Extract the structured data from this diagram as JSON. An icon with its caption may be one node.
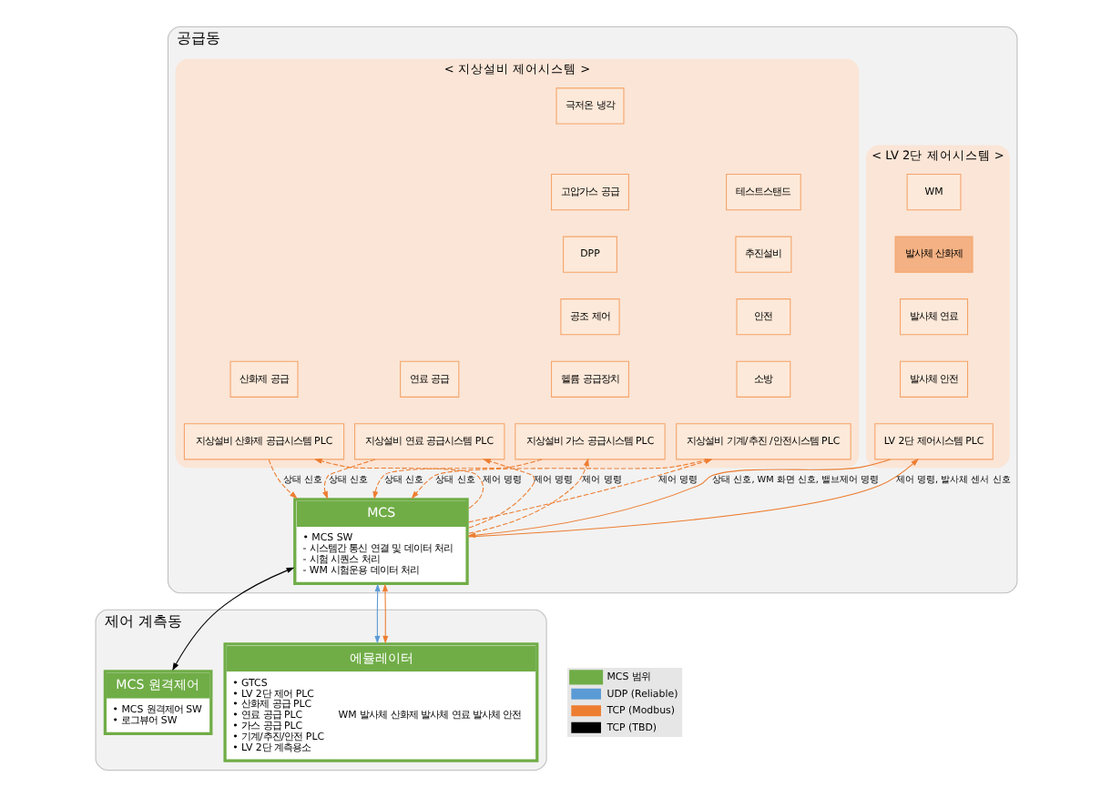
{
  "diagram": {
    "nodes": [
      {
        "text": [
          "공급동"
        ]
      },
      {
        "text": [
          "< LV 2단 제어시스템 >"
        ],
        "in": 0
      },
      {
        "text": [
          "WM"
        ],
        "in": 1
      },
      {
        "text": [
          "발사체 산화제"
        ],
        "in": 1
      },
      {
        "text": [
          "발사체 연료"
        ],
        "in": 1
      },
      {
        "text": [
          "발사체 안전"
        ],
        "in": 1
      },
      {
        "text": [
          "LV 2단 제어시스템 PLC"
        ],
        "in": 1
      },
      {
        "text": [
          "< 지상설비 제어시스템 >"
        ],
        "in": 0
      },
      {
        "text": [
          "산화제 공급"
        ],
        "in": 7
      },
      {
        "text": [
          "연료 공급"
        ],
        "in": 7
      },
      {
        "text": [
          "극저온 냉각"
        ],
        "in": 7
      },
      {
        "text": [
          "고압가스 공급"
        ],
        "in": 7
      },
      {
        "text": [
          "DPP"
        ],
        "in": 7
      },
      {
        "text": [
          "공조 제어"
        ],
        "in": 7
      },
      {
        "text": [
          "헬륨 공급장치"
        ],
        "in": 7
      },
      {
        "text": [
          "테스트스탠드"
        ],
        "in": 7
      },
      {
        "text": [
          "추진설비"
        ],
        "in": 7
      },
      {
        "text": [
          "안전"
        ],
        "in": 7
      },
      {
        "text": [
          "소방"
        ],
        "in": 7
      },
      {
        "text": [
          "지상설비 산화제 공급시스템 PLC"
        ],
        "in": 7
      },
      {
        "text": [
          "지상설비 연료 공급시스템 PLC"
        ],
        "in": 7
      },
      {
        "text": [
          "지상설비 가스 공급시스템 PLC"
        ],
        "in": 7
      },
      {
        "text": [
          "지상설비 기계/추진 /안전시스템 PLC"
        ],
        "in": 7
      },
      {
        "text": [
          "MCS",
          "• MCS SW - 시스템간 통신 연결 및 데이터 처리 - 시험 시퀀스 처리 - WM 시험운용 데이터 처리"
        ],
        "in": 0
      },
      {
        "text": [
          "제어 계측동"
        ]
      },
      {
        "text": [
          "MCS 원격제어",
          "• MCS 원격제어 SW • 로그뷰어 SW"
        ],
        "in": 24
      },
      {
        "text": [
          "에뮬레이터",
          "• GTCS • LV 2단 제어 PLC • 산화제 공급 PLC • 연료 공급 PLC • 가스 공급 PLC • 기계/추진/안전 PLC • LV 2단 계측용소",
          "WM 발사체 산화제 발사체 연료 발사체 안전"
        ],
        "in": 24
      }
    ],
    "edges": [
      {
        "from": 23,
        "to": 6,
        "arrow": "to",
        "label": "제어 명령, 발사체 센서 신호",
        "color": "#ed7d31"
      },
      {
        "from": 6,
        "to": 23,
        "arrow": "to",
        "label": "상태 신호, WM 화면 신호, 밸브제어 명령",
        "color": "#ed7d31"
      },
      {
        "from": 23,
        "to": 19,
        "arrow": "to",
        "label": "제어 명령",
        "style": "dashed",
        "color": "#ed7d31"
      },
      {
        "from": 19,
        "to": 23,
        "arrow": "to",
        "label": "상태 신호",
        "style": "dashed",
        "color": "#ed7d31"
      },
      {
        "from": 23,
        "to": 20,
        "arrow": "to",
        "label": "제어 명령",
        "style": "dashed",
        "color": "#ed7d31"
      },
      {
        "from": 20,
        "to": 23,
        "arrow": "to",
        "label": "상태 신호",
        "style": "dashed",
        "color": "#ed7d31"
      },
      {
        "from": 23,
        "to": 21,
        "arrow": "to",
        "label": "제어 명령",
        "style": "dashed",
        "color": "#ed7d31"
      },
      {
        "from": 21,
        "to": 23,
        "arrow": "to",
        "label": "상태 신호",
        "style": "dashed",
        "color": "#ed7d31"
      },
      {
        "from": 23,
        "to": 22,
        "arrow": "to",
        "label": "제어 명령",
        "style": "dashed",
        "color": "#ed7d31"
      },
      {
        "from": 22,
        "to": 23,
        "arrow": "to",
        "label": "상태 신호",
        "style": "dashed",
        "color": "#ed7d31"
      },
      {
        "from": 23,
        "to": 25,
        "arrow": "both",
        "color": "#000000"
      },
      {
        "from": 23,
        "to": 26,
        "arrow": "both",
        "color": "#5b9bd5"
      },
      {
        "from": 23,
        "to": 26,
        "arrow": "both",
        "color": "#ed7d31"
      }
    ],
    "legend": [
      {
        "text": "MCS 범위",
        "color": "#70ad47"
      },
      {
        "text": "UDP (Reliable)"
      },
      {
        "text": "TCP (Modbus)"
      },
      {
        "text": "TCP (TBD)"
      }
    ]
  }
}
